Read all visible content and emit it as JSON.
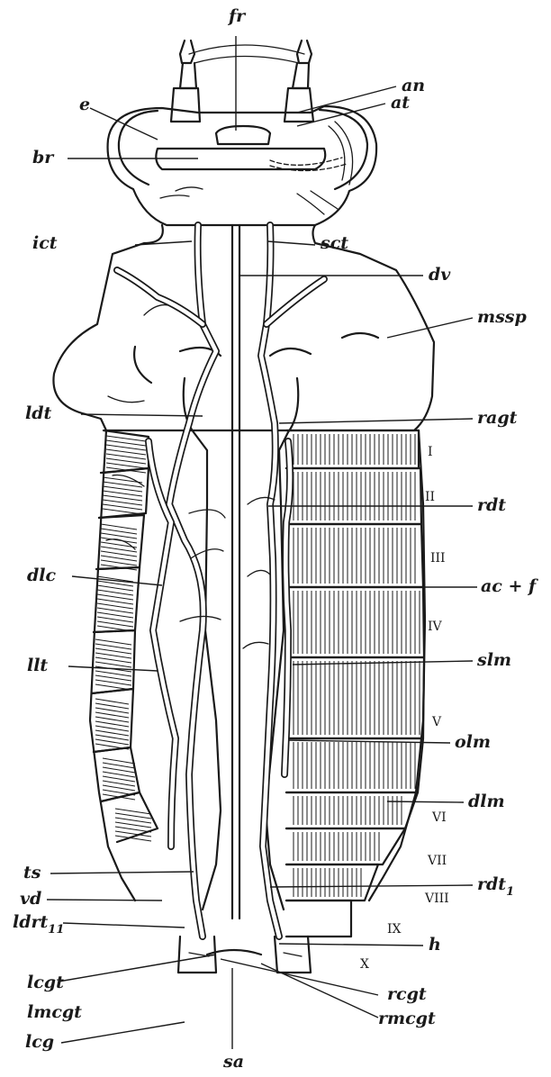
{
  "labels": {
    "fr": "fr",
    "an": "an",
    "at": "at",
    "e": "e",
    "br": "br",
    "ict": "ict",
    "sct": "sct",
    "dv": "dv",
    "mssp": "mssp",
    "ldt": "ldt",
    "ragt": "ragt",
    "rdt": "rdt",
    "dlc": "dlc",
    "ac_f": "ac + f",
    "llt": "llt",
    "slm": "slm",
    "olm": "olm",
    "dlm": "dlm",
    "ts": "ts",
    "rdt1": "rdt",
    "rdt1_sub": "1",
    "vd": "vd",
    "ldrt": "ldrt",
    "ldrt_sub": "11",
    "lcgt": "lcgt",
    "h": "h",
    "rcgt": "rcgt",
    "lmcgt": "lmcgt",
    "rmcgt": "rmcgt",
    "lcg": "lcg",
    "sa": "sa"
  },
  "segments": [
    "I",
    "II",
    "III",
    "IV",
    "V",
    "VI",
    "VII",
    "VIII",
    "IX",
    "X"
  ]
}
